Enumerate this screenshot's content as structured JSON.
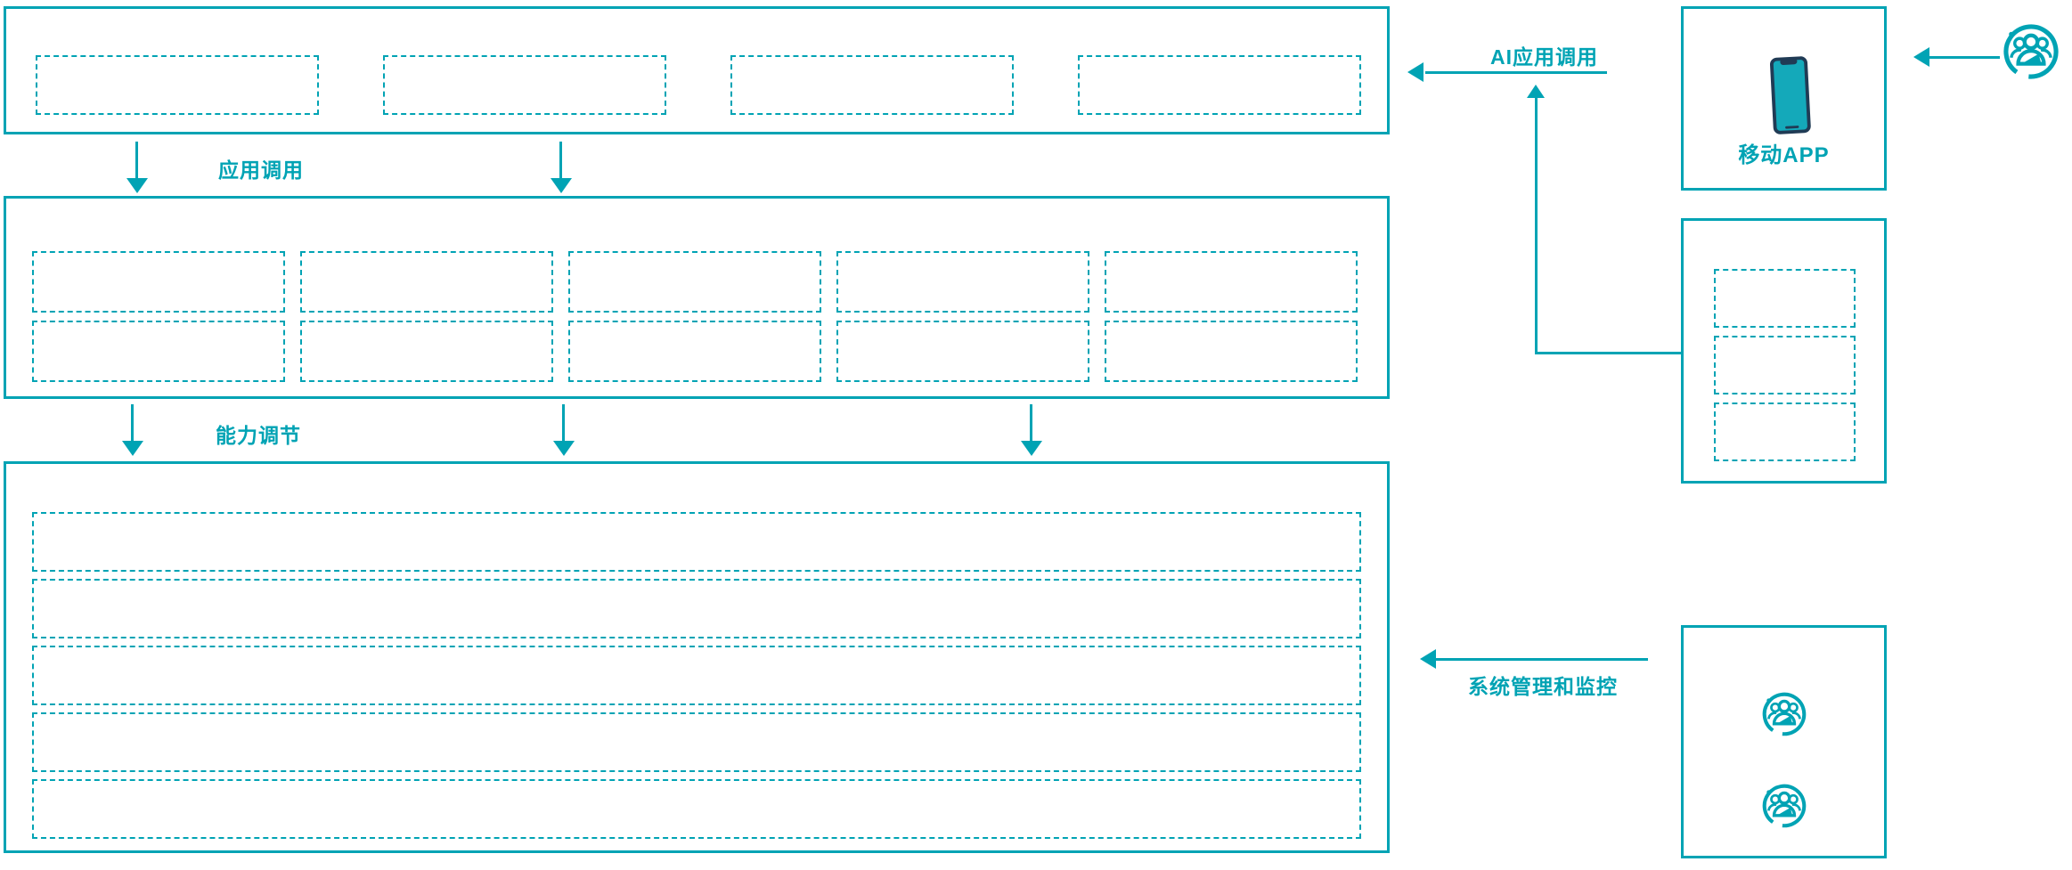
{
  "colors": {
    "teal": "#00a3b4",
    "phone_body_navy": "#203b55",
    "phone_screen_teal": "#14a9ba",
    "background": "#ffffff"
  },
  "labels": {
    "app_call": "应用调用",
    "capability_adjust": "能力调节",
    "ai_app_call": "AI应用调用",
    "system_mgmt": "系统管理和监控",
    "mobile_app": "移动APP"
  },
  "top_band": {
    "slots": 4
  },
  "middle_band": {
    "rows": 2,
    "columns": 5
  },
  "bottom_band": {
    "rows": 5
  },
  "right_panel": {
    "mobile_box": {
      "label": "移动APP",
      "icon": "smartphone-icon"
    },
    "integration_box": {
      "slots": 3
    },
    "admin_box": {
      "user_icons": 2
    }
  },
  "icons": {
    "user_group": "users-group-icon",
    "smartphone": "smartphone-icon"
  }
}
